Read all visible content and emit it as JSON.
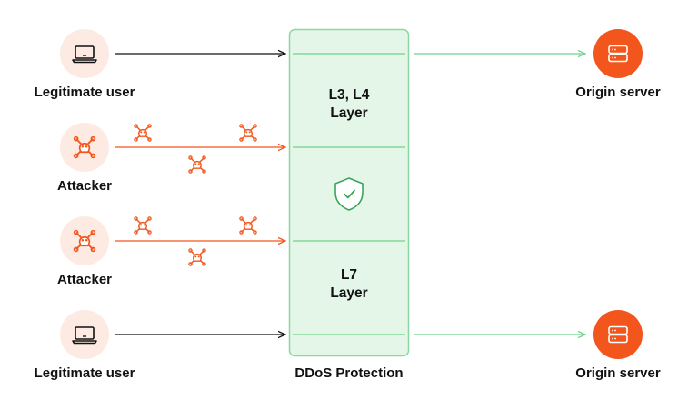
{
  "labels": {
    "legit_user_top": "Legitimate user",
    "attacker_1": "Attacker",
    "attacker_2": "Attacker",
    "legit_user_bottom": "Legitimate user",
    "origin_top": "Origin server",
    "origin_bottom": "Origin server",
    "protection": "DDoS Protection",
    "layer_top_line1": "L3, L4",
    "layer_top_line2": "Layer",
    "layer_bottom_line1": "L7",
    "layer_bottom_line2": "Layer"
  },
  "icons": {
    "user": "laptop-icon",
    "attacker": "skull-crossbones-icon",
    "server": "server-icon",
    "shield": "shield-check-icon"
  },
  "colors": {
    "orange": "#f2561d",
    "orange_light": "#fdebe3",
    "green_line": "#72d18c",
    "green_fill": "#e3f6e8",
    "green_border": "#8bd9a1",
    "green_shield": "#3aa45a",
    "dark": "#111111"
  }
}
